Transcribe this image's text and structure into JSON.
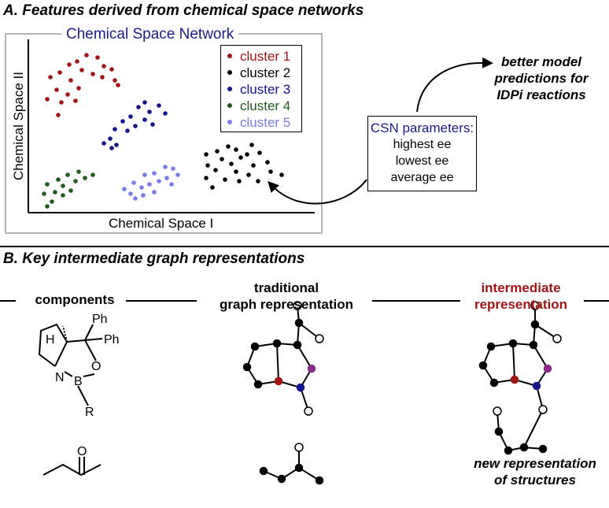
{
  "section_a": {
    "title": "A. Features derived from chemical space networks",
    "csn_title": "Chemical Space Network",
    "x_axis_label": "Chemical Space I",
    "y_axis_label": "Chemical Space II",
    "legend": [
      {
        "label": "cluster 1",
        "color": "#a31515"
      },
      {
        "label": "cluster 2",
        "color": "#000000"
      },
      {
        "label": "cluster 3",
        "color": "#14148c"
      },
      {
        "label": "cluster 4",
        "color": "#1d5c1d"
      },
      {
        "label": "cluster 5",
        "color": "#7b7bea"
      }
    ],
    "params": {
      "title": "CSN parameters:",
      "lines": [
        "highest ee",
        "lowest ee",
        "average ee"
      ]
    },
    "better": [
      "better model",
      "predictions for",
      "IDPi reactions"
    ]
  },
  "section_b": {
    "title": "B. Key intermediate graph representations",
    "col1": "components",
    "col2": [
      "traditional",
      "graph representation"
    ],
    "col3": [
      "intermediate",
      "representation"
    ],
    "col3_color": "#a31515",
    "new_rep": [
      "new representation",
      "of structures"
    ],
    "chem_labels": {
      "h": "H",
      "ph1": "Ph",
      "ph2": "Ph",
      "o_ring": "O",
      "n": "N",
      "b": "B",
      "r": "R",
      "o_ketone": "O"
    }
  },
  "node_colors": {
    "red": "#a31515",
    "blue": "#14148c",
    "purple": "#8a2a8a"
  }
}
